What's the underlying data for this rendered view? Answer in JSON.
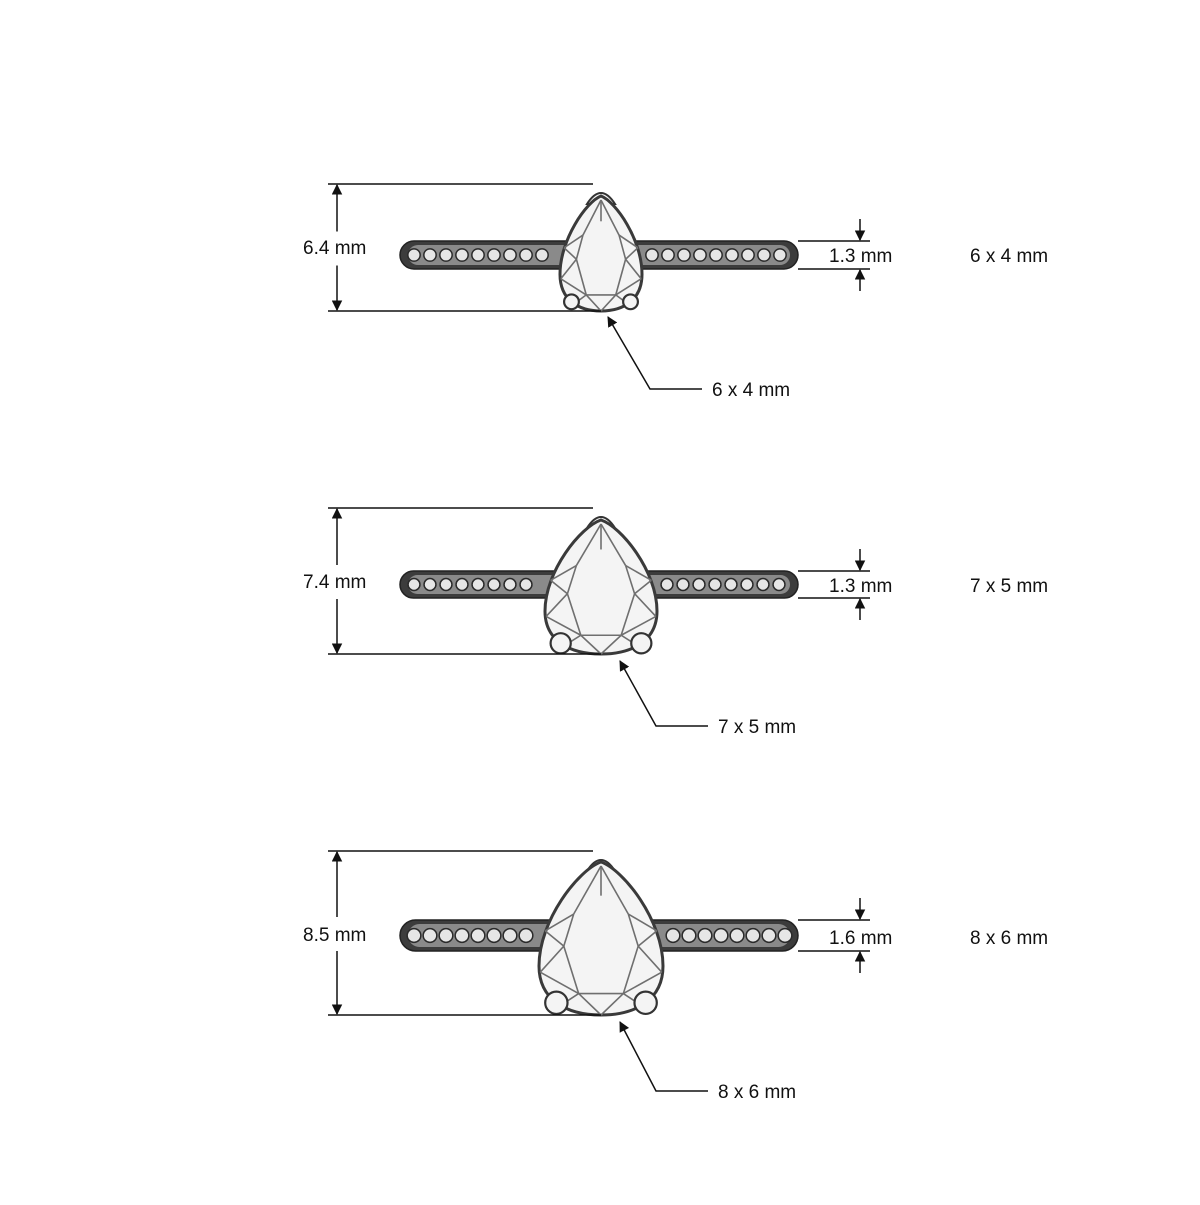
{
  "colors": {
    "ink": "#111111",
    "metal_dark": "#3c3c3c",
    "metal_mid": "#8a8a8a",
    "gem_fill": "#f4f4f4",
    "gem_line": "#6f6f6f"
  },
  "rings": [
    {
      "total_height": "6.4 mm",
      "band_width": "1.3 mm",
      "stone_side": "6 x 4 mm",
      "stone_callout": "6 x 4 mm"
    },
    {
      "total_height": "7.4 mm",
      "band_width": "1.3 mm",
      "stone_side": "7 x 5 mm",
      "stone_callout": "7 x 5 mm"
    },
    {
      "total_height": "8.5 mm",
      "band_width": "1.6 mm",
      "stone_side": "8 x 6 mm",
      "stone_callout": "8 x 6 mm"
    }
  ]
}
